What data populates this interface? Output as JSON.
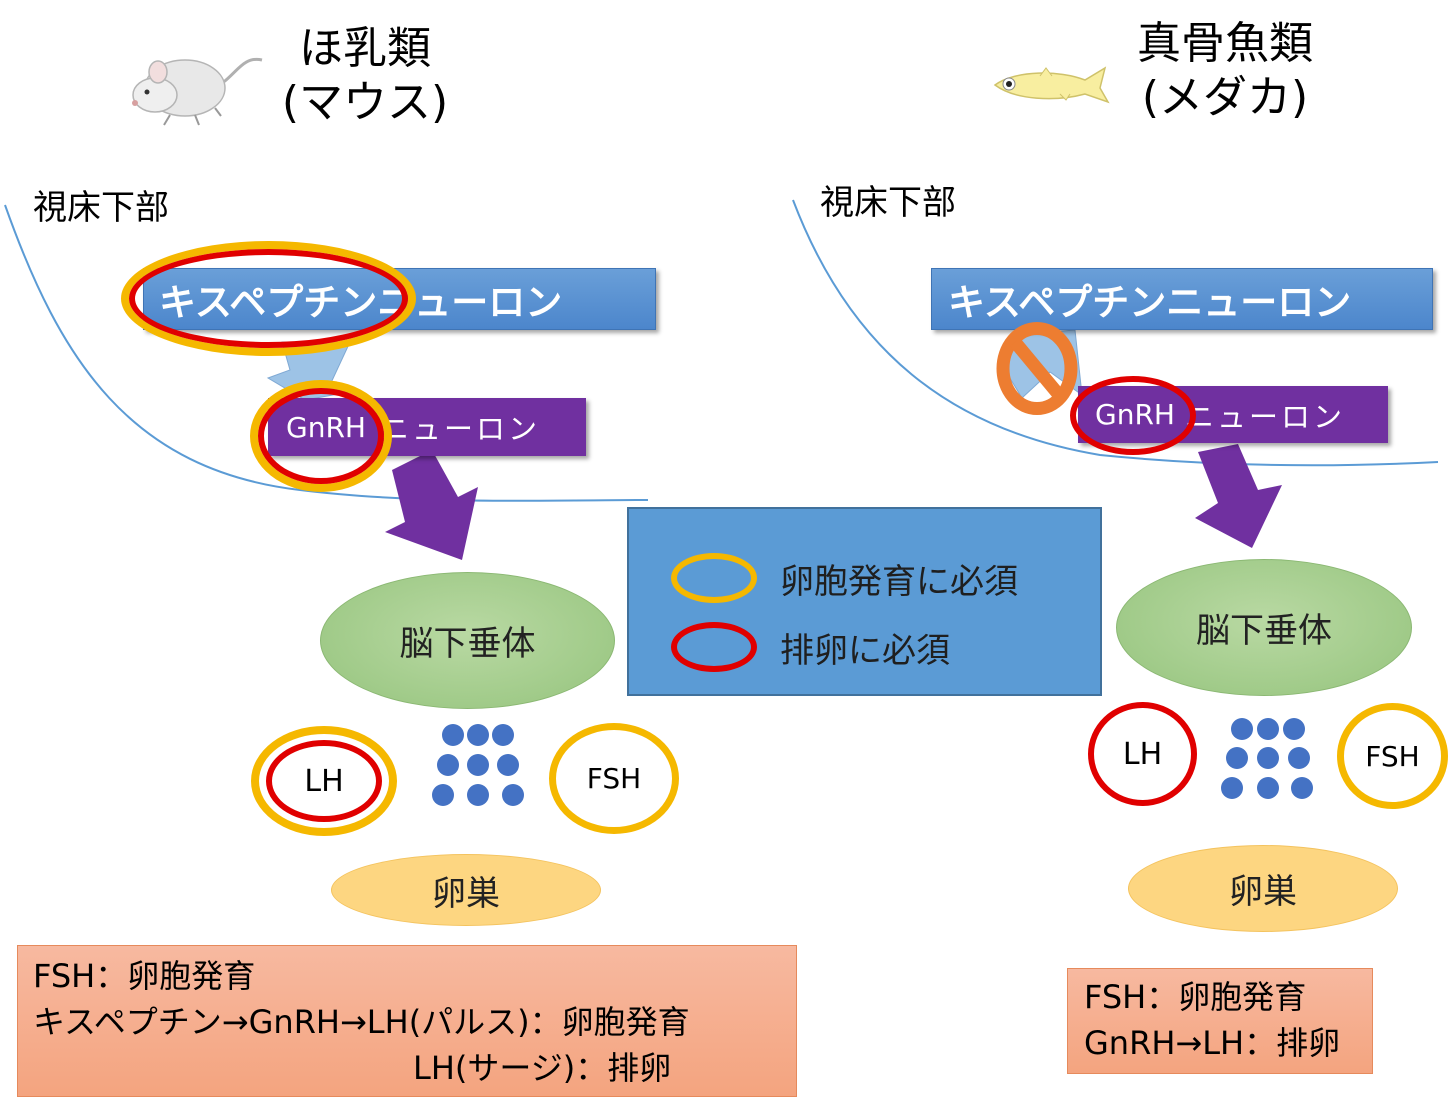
{
  "left": {
    "title_line1": "ほ乳類",
    "title_line2": "(マウス)",
    "hypothalamus_label": "視床下部",
    "kisspeptin_neuron": "キスペプチンニューロン",
    "gnrh": "GnRH",
    "gnrh_neuron_suffix": "ニューロン",
    "pituitary": "脳下垂体",
    "lh": "LH",
    "fsh": "FSH",
    "ovary": "卵巣",
    "note_lines": [
      "FSH：卵胞発育",
      "キスペプチン→GnRH→LH(パルス)：卵胞発育",
      "LH(サージ)：排卵"
    ]
  },
  "right": {
    "title_line1": "真骨魚類",
    "title_line2": "(メダカ)",
    "hypothalamus_label": "視床下部",
    "kisspeptin_neuron": "キスペプチンニューロン",
    "gnrh": "GnRH",
    "gnrh_neuron_suffix": "ニューロン",
    "pituitary": "脳下垂体",
    "lh": "LH",
    "fsh": "FSH",
    "ovary": "卵巣",
    "note_lines": [
      "FSH：卵胞発育",
      "GnRH→LH：排卵"
    ]
  },
  "legend": {
    "items": [
      {
        "label": "卵胞発育に必須",
        "color": "#f5b800"
      },
      {
        "label": "排卵に必須",
        "color": "#e00000"
      }
    ]
  },
  "colors": {
    "required_follicle": "#f5b800",
    "required_ovulation": "#e00000",
    "arrow_purple": "#7030a0",
    "dot_blue": "#4472c4",
    "hypothalamus_line": "#5b9bd5",
    "prohibition": "#ed7d31"
  },
  "icons": [
    "mouse-icon",
    "medaka-fish-icon",
    "prohibition-icon"
  ]
}
